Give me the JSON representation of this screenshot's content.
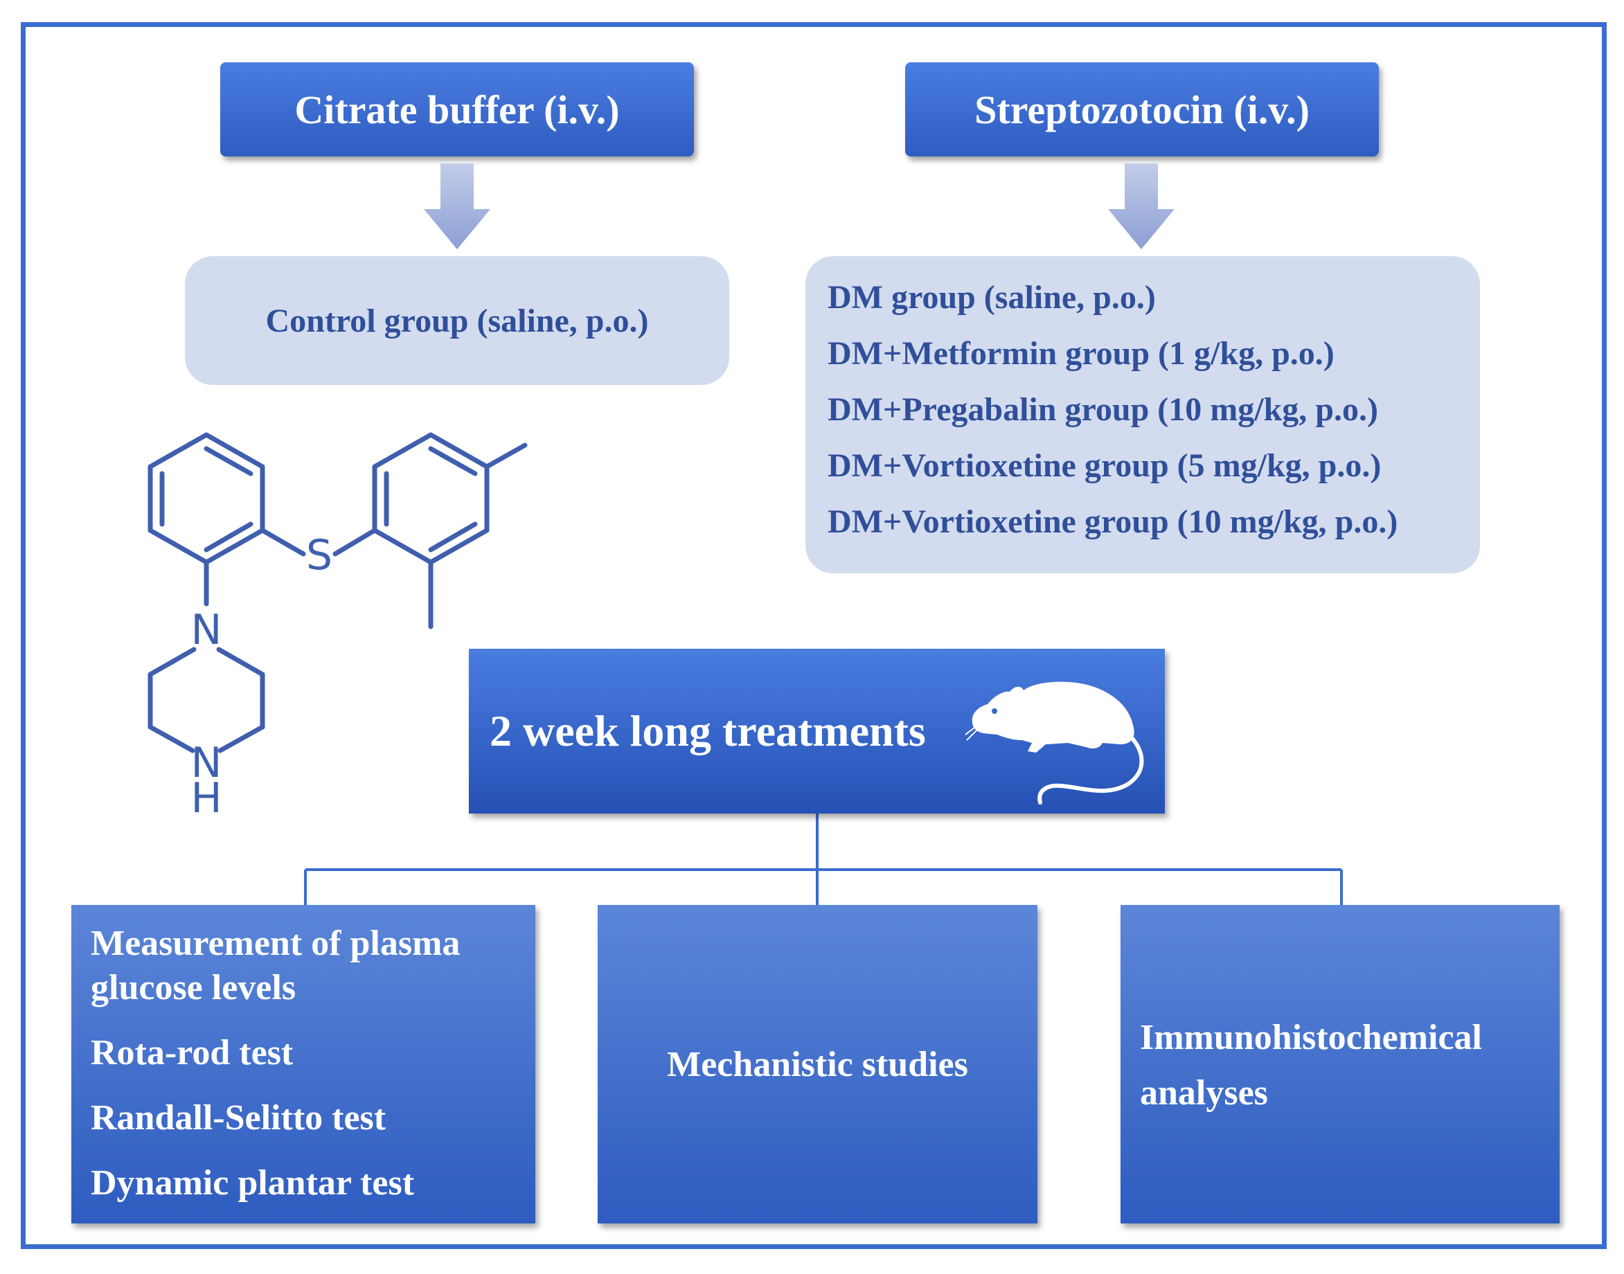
{
  "top_boxes": {
    "left": "Citrate buffer (i.v.)",
    "right": "Streptozotocin (i.v.)"
  },
  "control_group": "Control group (saline, p.o.)",
  "dm_groups": [
    "DM group (saline, p.o.)",
    "DM+Metformin group (1 g/kg, p.o.)",
    "DM+Pregabalin group (10 mg/kg, p.o.)",
    "DM+Vortioxetine group (5 mg/kg, p.o.)",
    "DM+Vortioxetine group (10 mg/kg, p.o.)"
  ],
  "molecule": {
    "atoms": {
      "sulfur": "S",
      "nitrogen_1": "N",
      "nitrogen_2": "N",
      "hydrogen": "H"
    }
  },
  "treatment": {
    "label": "2 week long treatments",
    "icon": "rat-icon"
  },
  "outcomes": {
    "measurements": [
      "Measurement of plasma glucose levels",
      "Rota-rod test",
      "Randall-Selitto test",
      "Dynamic plantar test"
    ],
    "mechanistic": "Mechanistic studies",
    "immuno": "Immunohistochemical analyses"
  },
  "colors": {
    "frame": "#3b6cd0",
    "box_blue": "#3a68d0",
    "group_fill": "#d3dbee",
    "group_text": "#2f4f9a",
    "arrow": "#a9b6dc"
  }
}
